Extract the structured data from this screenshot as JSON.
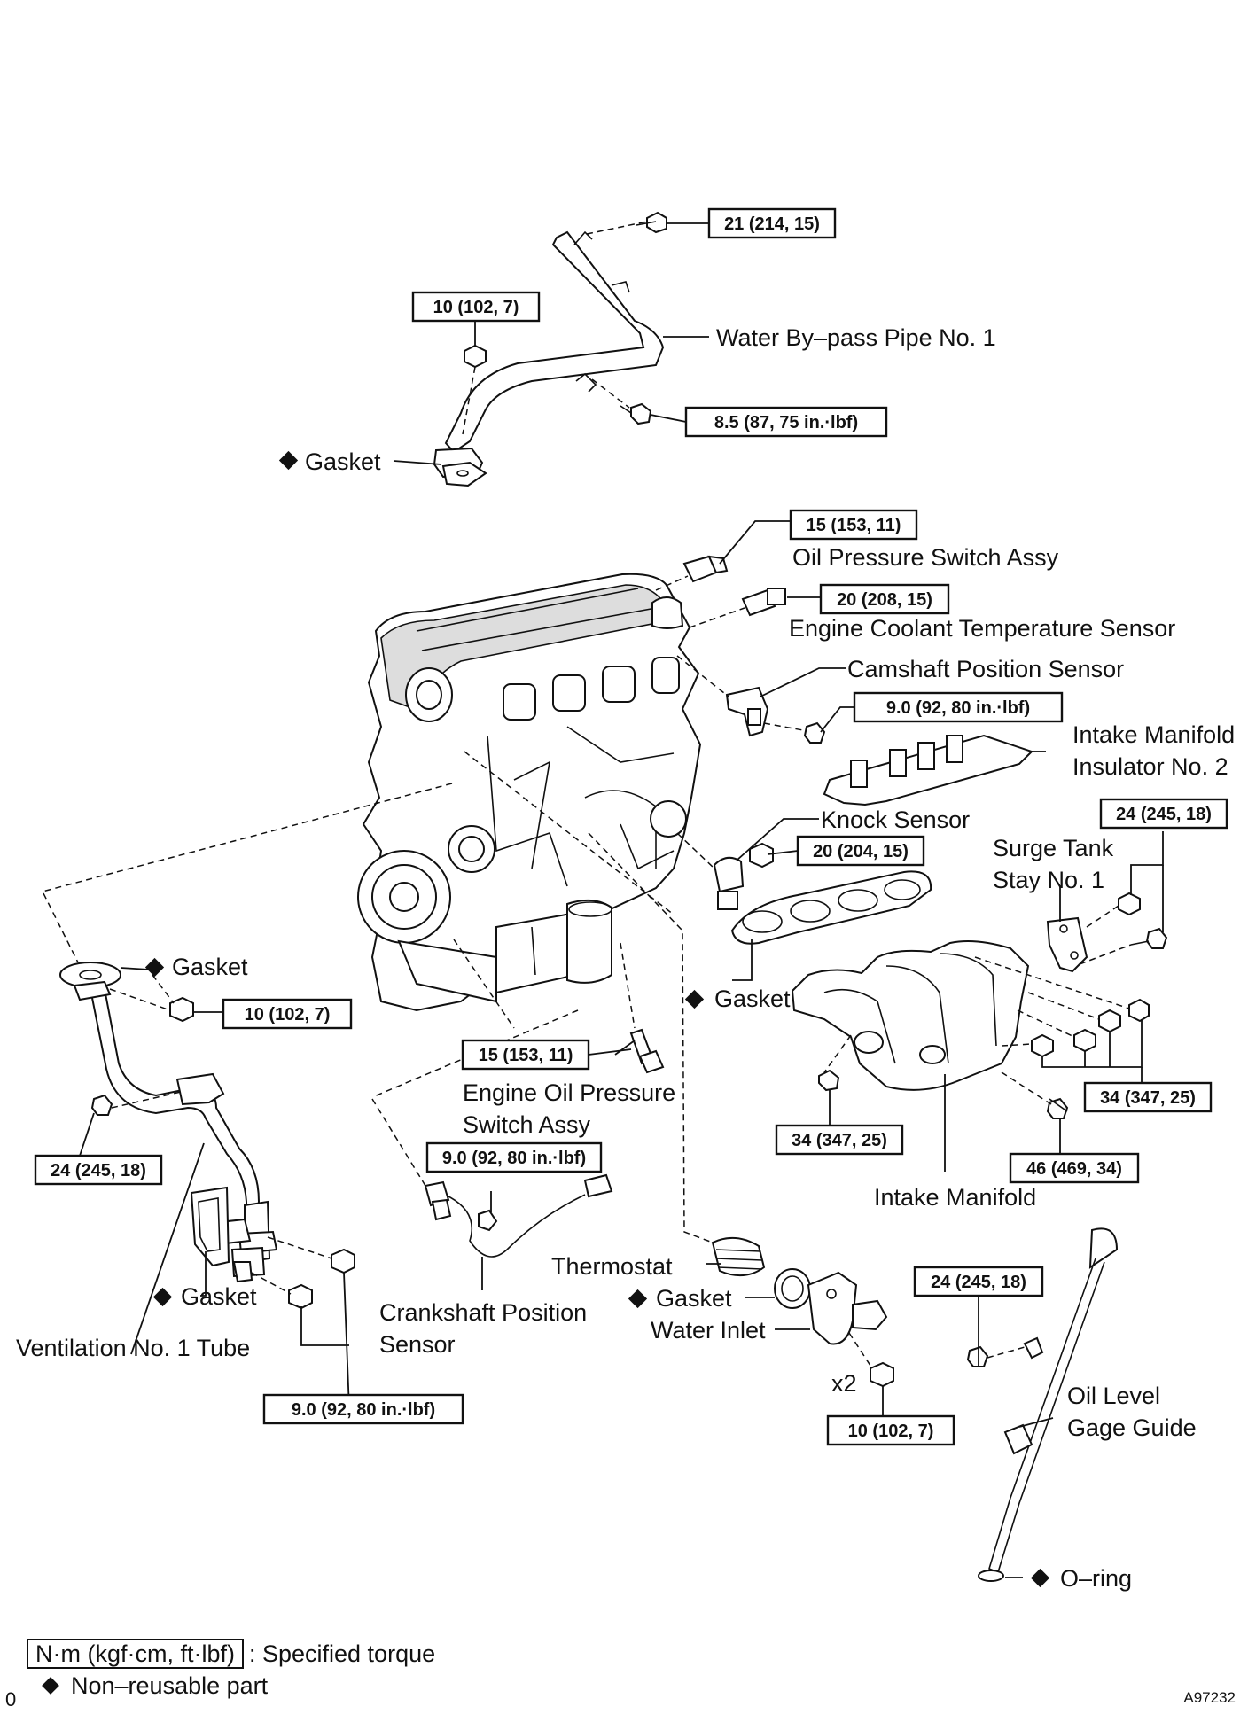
{
  "labels": {
    "water_bypass_pipe": "Water By–pass Pipe No. 1",
    "gasket_top": "Gasket",
    "oil_pressure_switch": "Oil Pressure Switch Assy",
    "coolant_temp_sensor": "Engine Coolant Temperature Sensor",
    "camshaft_sensor": "Camshaft Position Sensor",
    "insulator_l1": "Intake Manifold",
    "insulator_l2": "Insulator No. 2",
    "knock_sensor": "Knock Sensor",
    "surge_stay_l1": "Surge Tank",
    "surge_stay_l2": "Stay No. 1",
    "gasket_left": "Gasket",
    "gasket_manifold": "Gasket",
    "engine_oil_switch_l1": "Engine Oil Pressure",
    "engine_oil_switch_l2": "Switch Assy",
    "intake_manifold": "Intake Manifold",
    "thermostat": "Thermostat",
    "gasket_thermostat": "Gasket",
    "water_inlet": "Water Inlet",
    "x2": "x2",
    "crank_sensor_l1": "Crankshaft Position",
    "crank_sensor_l2": "Sensor",
    "gasket_vent": "Gasket",
    "ventilation_tube": "Ventilation No. 1 Tube",
    "oil_gage_l1": "Oil Level",
    "oil_gage_l2": "Gage Guide",
    "oring": "O–ring"
  },
  "torques": {
    "t_pipe_top": "21 (214, 15)",
    "t_pipe_nut": "10 (102, 7)",
    "t_pipe_bolt": "8.5 (87, 75 in.·lbf)",
    "t_oil_switch": "15 (153, 11)",
    "t_coolant": "20 (208, 15)",
    "t_cam": "9.0 (92, 80 in.·lbf)",
    "t_surge": "24 (245, 18)",
    "t_knock": "20 (204, 15)",
    "t_vent_nut": "10 (102, 7)",
    "t_eng_oil_switch": "15 (153, 11)",
    "t_vent_bolt": "24 (245, 18)",
    "t_crank": "9.0 (92, 80 in.·lbf)",
    "t_manifold_right": "34 (347, 25)",
    "t_manifold_left": "34 (347, 25)",
    "t_manifold_46": "46 (469, 34)",
    "t_vent_bottom": "9.0 (92, 80 in.·lbf)",
    "t_water_inlet": "10 (102, 7)",
    "t_gage": "24 (245, 18)"
  },
  "legend": {
    "unit_box": "N·m (kgf·cm, ft·lbf)",
    "unit_text": ": Specified torque",
    "nonreusable": "Non–reusable part"
  },
  "figure_id": "A97232",
  "edge_mark": "0"
}
